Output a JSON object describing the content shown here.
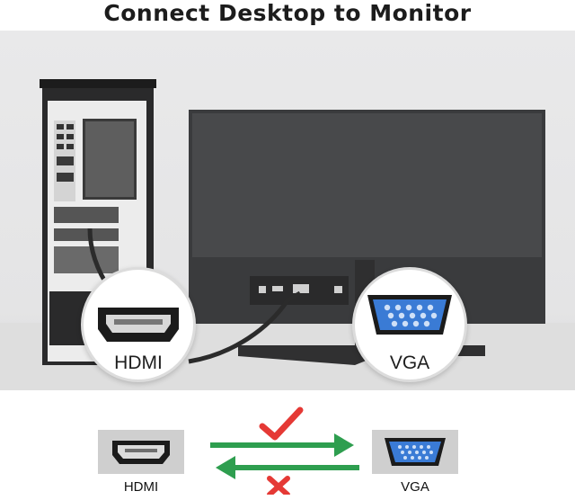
{
  "title": "Connect Desktop to Monitor",
  "callouts": {
    "hdmi_label": "HDMI",
    "vga_label": "VGA"
  },
  "legend": {
    "hdmi_label": "HDMI",
    "vga_label": "VGA",
    "forward_status_icon": "check-icon",
    "reverse_status_icon": "cross-icon",
    "check_color": "#e53935",
    "cross_color": "#e53935",
    "arrow_color": "#2e9e4f"
  }
}
